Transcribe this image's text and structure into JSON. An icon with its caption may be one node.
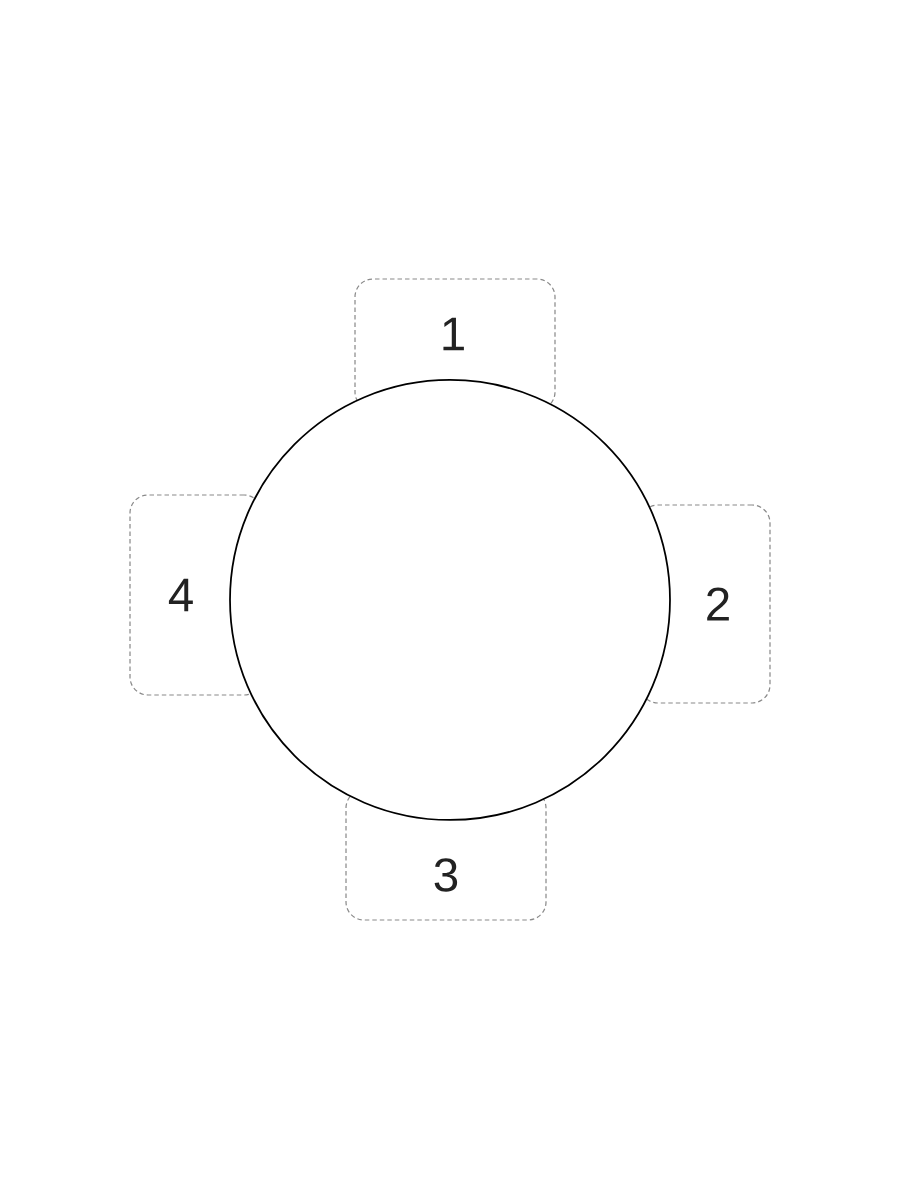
{
  "diagram": {
    "nodes": [
      {
        "text": [
          "1"
        ]
      },
      {
        "text": [
          "4"
        ]
      },
      {
        "text": [],
        "shape": "circle"
      },
      {
        "text": [
          "2"
        ]
      },
      {
        "text": [
          "3"
        ]
      }
    ]
  }
}
